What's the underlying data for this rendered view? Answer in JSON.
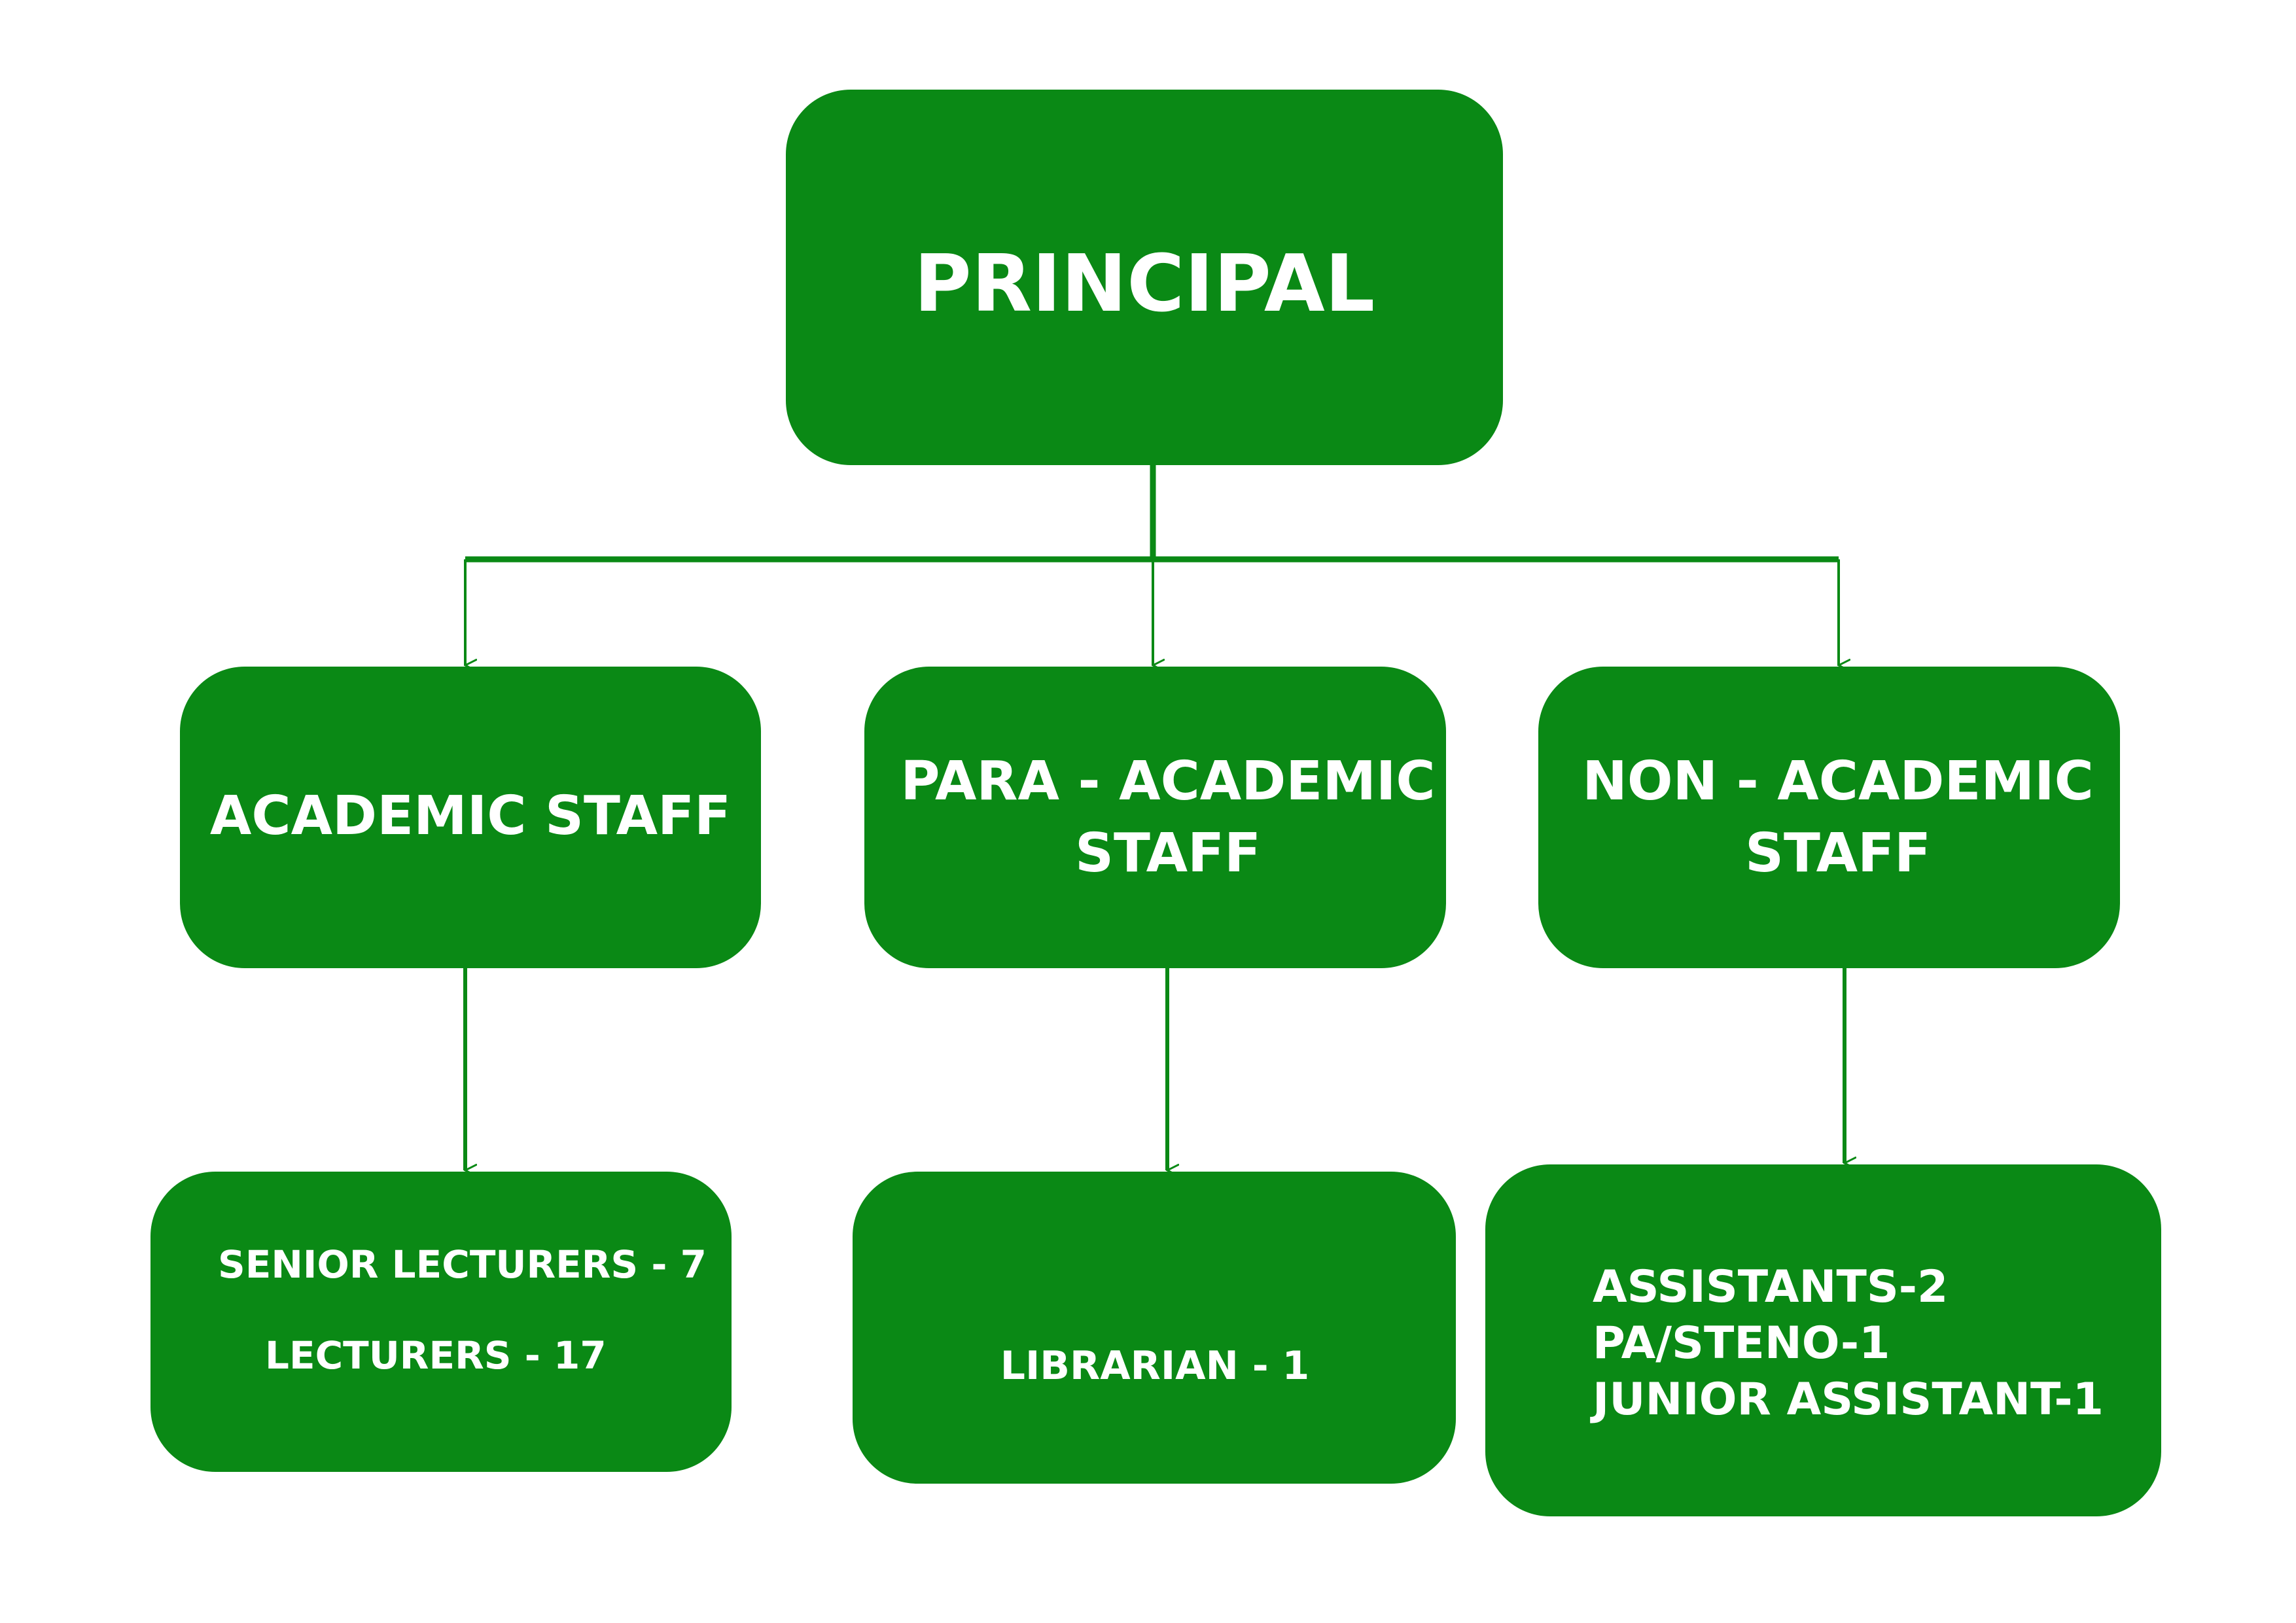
{
  "root": {
    "label": "PRINCIPAL"
  },
  "departments": [
    {
      "label_lines": [
        "ACADEMIC STAFF"
      ]
    },
    {
      "label_lines": [
        "PARA - ACADEMIC",
        "STAFF"
      ]
    },
    {
      "label_lines": [
        "NON - ACADEMIC",
        "STAFF"
      ]
    }
  ],
  "staff": [
    {
      "lines": [
        "SENIOR LECTURERS - 7",
        "LECTURERS - 17"
      ]
    },
    {
      "lines": [
        "LIBRARIAN - 1"
      ]
    },
    {
      "lines": [
        "ASSISTANTS-2",
        "PA/STENO-1",
        "JUNIOR ASSISTANT-1"
      ]
    }
  ],
  "colors": {
    "box": "#0a8915",
    "text": "#ffffff"
  }
}
